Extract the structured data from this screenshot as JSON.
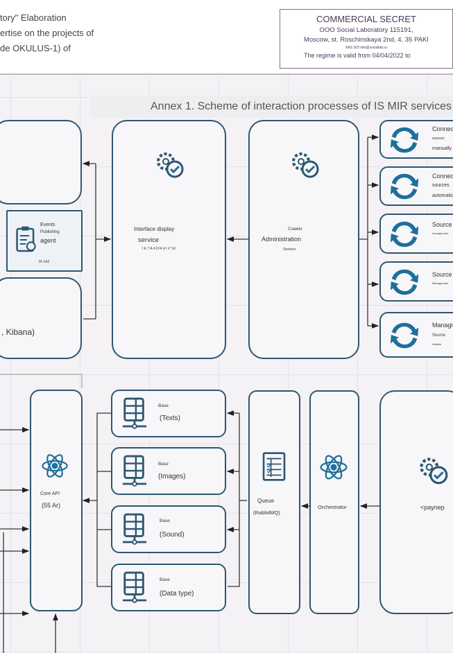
{
  "header": {
    "lines": [
      "tory\" Elaboration",
      "ertise on the projects of",
      "de OKULUS-1) of"
    ],
    "stamp": {
      "title": "COMMERCIAL SECRET",
      "line1": "OOO Social Laboratory 115191,",
      "line2": "Moscow, st. Roschinskaya 2nd, 4, 35 PAKI",
      "line3": "KAS 503 info@sociallab.ru",
      "line4": "The regime is valid from 04/04/2022 to"
    }
  },
  "diagram": {
    "title": "Annex 1. Scheme of interaction processes of IS MIR services",
    "events_agent": {
      "l1": "Events",
      "l2": "Publishing",
      "l3": "agent",
      "footer": "IR 1A2"
    },
    "kibana": ", Kibana)",
    "interface": {
      "l1": "Interface display",
      "l2": "service",
      "l3": "I E 7 A 4 D R 4 I #' 1d"
    },
    "crawler": {
      "l1": "Crawler",
      "l2": "Administration",
      "l3": "Service"
    },
    "right_items": [
      {
        "l1": "Connec",
        "l2": "sources",
        "l3": "manually"
      },
      {
        "l1": "Connecti",
        "l2": "sources",
        "l3": "automatic"
      },
      {
        "l1": "Source d",
        "l2": "management",
        "l3": ""
      },
      {
        "l1": "Source d",
        "l2": "Management",
        "l3": ""
      },
      {
        "l1": "Managi",
        "l2": "Source",
        "l3": "Wallets"
      }
    ],
    "core_api": {
      "l1": "Core API",
      "l2": "(55 Ar)"
    },
    "bases": [
      {
        "l1": "Base",
        "l2": "(Texts)"
      },
      {
        "l1": "Base",
        "l2": "(Images)"
      },
      {
        "l1": "Base",
        "l2": "(Sound)"
      },
      {
        "l1": "Base",
        "l2": "(Data type)"
      }
    ],
    "queue": {
      "l1": "Queue",
      "l2": "(RabbitMQ)"
    },
    "orchestrator": "Orchestrator",
    "paynep": "<paynep",
    "colors": {
      "stroke": "#2d5670",
      "icon": "#1e6f9a"
    }
  }
}
